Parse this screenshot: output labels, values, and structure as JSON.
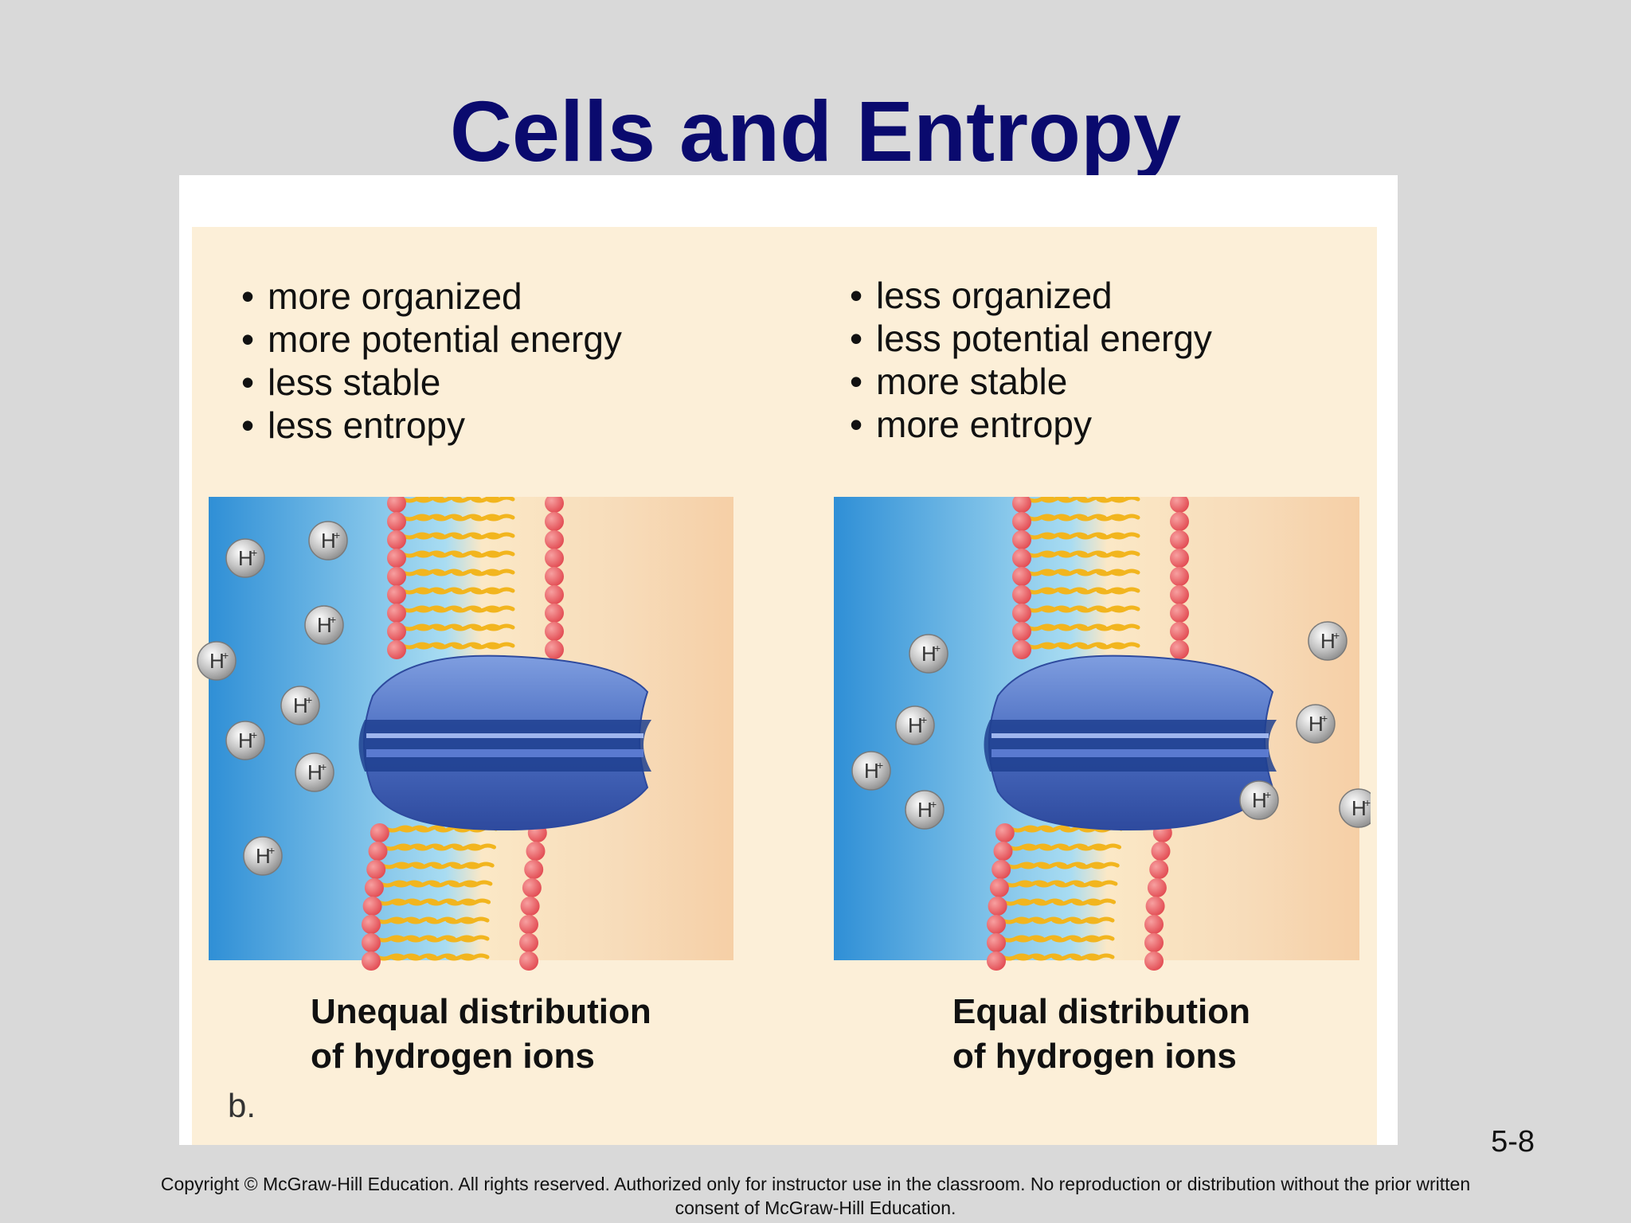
{
  "slide": {
    "title": "Cells and Entropy",
    "slide_number": "5-8",
    "copyright_line1": "Copyright © McGraw-Hill Education. All rights reserved. Authorized only for instructor use in the classroom. No reproduction or distribution without the prior written",
    "copyright_line2": "consent of McGraw-Hill Education."
  },
  "figure": {
    "part_label": "b.",
    "left_panel": {
      "bullets": [
        "more organized",
        "more potential energy",
        "less stable",
        "less entropy"
      ],
      "caption_line1": "Unequal distribution",
      "caption_line2": "of hydrogen ions",
      "ion_label": "H+",
      "ion_count_outside": 8,
      "ion_count_inside": 0
    },
    "right_panel": {
      "bullets": [
        "less organized",
        "less potential energy",
        "more stable",
        "more entropy"
      ],
      "caption_line1": "Equal distribution",
      "caption_line2": "of hydrogen ions",
      "ion_label": "H+",
      "ion_count_outside": 4,
      "ion_count_inside": 4
    }
  },
  "colors": {
    "title": "#0a0a6e",
    "panel_background": "#fcefd8",
    "outside_fluid": "#2f8fd6",
    "inside_fluid": "#f6cfa6",
    "phospholipid_head": "#e24b52",
    "phospholipid_tail": "#f2b51e",
    "channel_protein": "#4a6cc0",
    "ion": "#8c8c8c"
  }
}
